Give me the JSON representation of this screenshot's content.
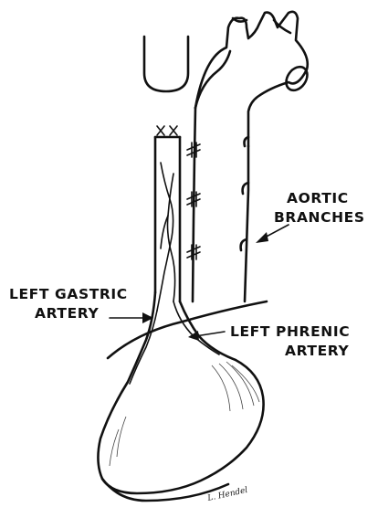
{
  "labels": {
    "aortic_line1": "AORTIC",
    "aortic_line2": "BRANCHES",
    "left_gastric_line1": "LEFT GASTRIC",
    "left_gastric_line2": "ARTERY",
    "left_phrenic_line1": "LEFT PHRENIC",
    "left_phrenic_line2": "ARTERY",
    "signature": "L. Hendel"
  },
  "colors": {
    "ink": "#111111",
    "background": "#ffffff"
  }
}
